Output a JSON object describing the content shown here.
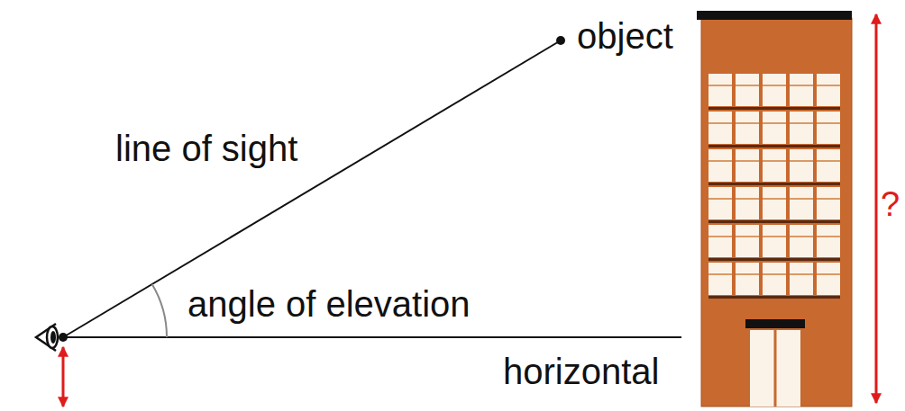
{
  "diagram": {
    "labels": [
      "object",
      "line of sight",
      "angle of elevation",
      "horizontal",
      "?"
    ]
  }
}
